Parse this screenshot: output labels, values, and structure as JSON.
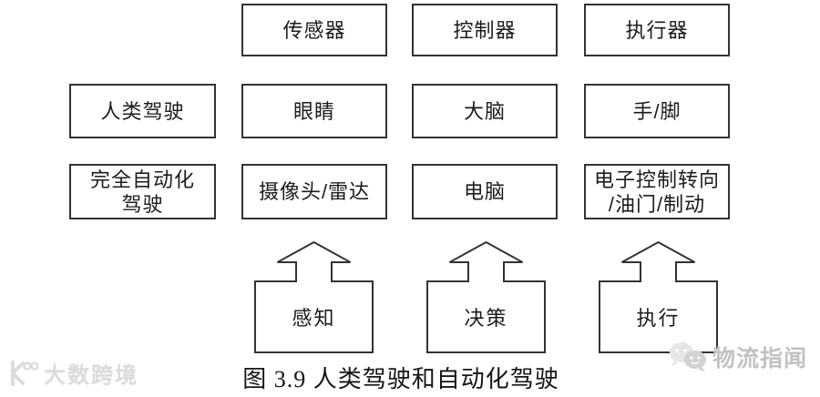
{
  "colors": {
    "background": "#ffffff",
    "line": "#333333",
    "text": "#1c1c1c",
    "watermark_gray": "#c2c2c2"
  },
  "row_top": {
    "sensor": "传感器",
    "controller": "控制器",
    "actuator": "执行器"
  },
  "row_human": {
    "header": "人类驾驶",
    "eyes": "眼睛",
    "brain": "大脑",
    "hands_feet": "手/脚"
  },
  "row_auto": {
    "header_line1": "完全自动化",
    "header_line2": "驾驶",
    "camera_radar": "摄像头/雷达",
    "computer": "电脑",
    "econtrol_line1": "电子控制转向",
    "econtrol_line2": "/油门/制动"
  },
  "process": {
    "perception": "感知",
    "decision": "决策",
    "execution": "执行"
  },
  "caption": "图 3.9 人类驾驶和自动化驾驶",
  "watermarks": {
    "left_brand": "大数跨境",
    "right_brand": "物流指闻"
  }
}
